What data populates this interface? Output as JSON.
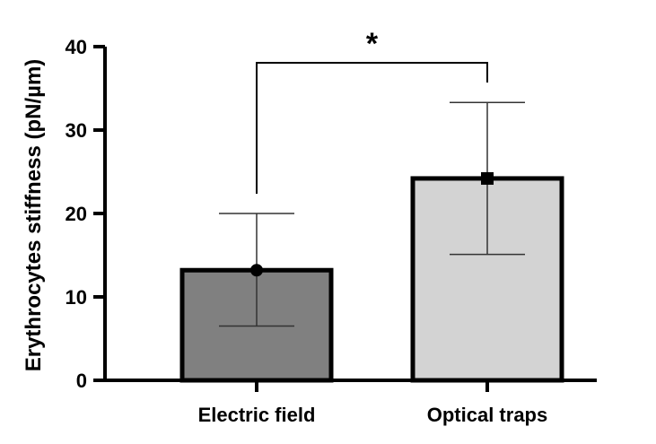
{
  "chart_data": {
    "type": "bar",
    "title": "",
    "xlabel": "",
    "ylabel": "Erythrocytes stiffness (pN/µm)",
    "ylim": [
      0,
      40
    ],
    "yticks": [
      "0",
      "10",
      "20",
      "30",
      "40"
    ],
    "categories": [
      "Electric field",
      "Optical traps"
    ],
    "values": [
      13.2,
      24.2
    ],
    "error": [
      {
        "lower": 6.5,
        "upper": 20.0
      },
      {
        "lower": 15.1,
        "upper": 33.3
      }
    ],
    "markers": [
      "circle",
      "square"
    ],
    "bar_colors": [
      "#808080",
      "#d3d3d3"
    ],
    "significance": {
      "label": "*",
      "between": [
        0,
        1
      ]
    },
    "grid": false,
    "legend": "none"
  }
}
